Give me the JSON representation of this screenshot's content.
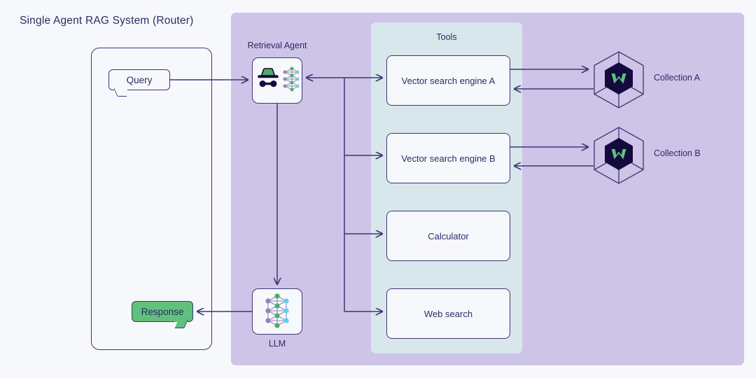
{
  "title": "Single Agent RAG System (Router)",
  "colors": {
    "background": "#f7f8fc",
    "agent_panel": "#cec4e8",
    "tools_panel": "#d8e7ec",
    "stroke": "#3d3773",
    "text": "#2e2b63",
    "accent_green": "#5fc17c",
    "weaviate_navy": "#130a3e",
    "node_purple": "#8f86b5",
    "node_green": "#4caf63",
    "node_cyan": "#5fd0ec"
  },
  "panels": {
    "agent_panel_label": "Retrieval Agent",
    "tools_panel_label": "Tools"
  },
  "io": {
    "query_label": "Query",
    "response_label": "Response"
  },
  "nodes": {
    "retrieval_agent_label": "Retrieval Agent",
    "llm_label": "LLM"
  },
  "tools": [
    {
      "label": "Vector search engine A"
    },
    {
      "label": "Vector search engine B"
    },
    {
      "label": "Calculator"
    },
    {
      "label": "Web search"
    }
  ],
  "collections": [
    {
      "label": "Collection A"
    },
    {
      "label": "Collection B"
    }
  ],
  "icons": {
    "agent": "detective-hat-glasses-icon",
    "neural_net": "neural-network-icon",
    "collection": "weaviate-hexagon-icon"
  }
}
